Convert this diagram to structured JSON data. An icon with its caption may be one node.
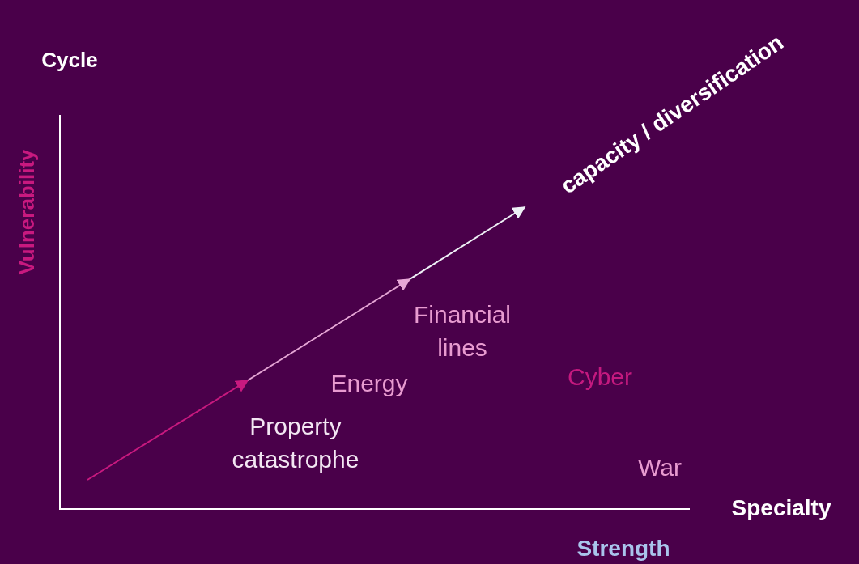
{
  "diagram": {
    "labels": [
      "Cycle",
      "capacity / diversification",
      "Vulnerability",
      "Financial lines",
      "Energy",
      "Cyber",
      "Property catastrophe",
      "War",
      "Specialty",
      "Strength"
    ]
  }
}
